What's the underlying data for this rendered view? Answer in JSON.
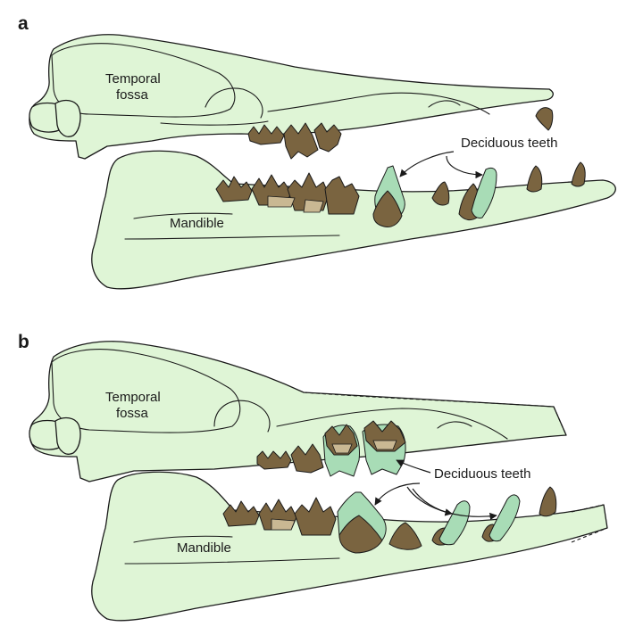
{
  "panels": [
    {
      "letter": "a",
      "labels": {
        "temporal_fossa_line1": "Temporal",
        "temporal_fossa_line2": "fossa",
        "mandible": "Mandible",
        "deciduous_teeth": "Deciduous teeth"
      }
    },
    {
      "letter": "b",
      "labels": {
        "temporal_fossa_line1": "Temporal",
        "temporal_fossa_line2": "fossa",
        "mandible": "Mandible",
        "deciduous_teeth": "Deciduous teeth"
      }
    }
  ],
  "colors": {
    "bone": "#dff5d6",
    "permanent_teeth": "#7a6440",
    "deciduous_teeth": "#a8dcb6"
  }
}
